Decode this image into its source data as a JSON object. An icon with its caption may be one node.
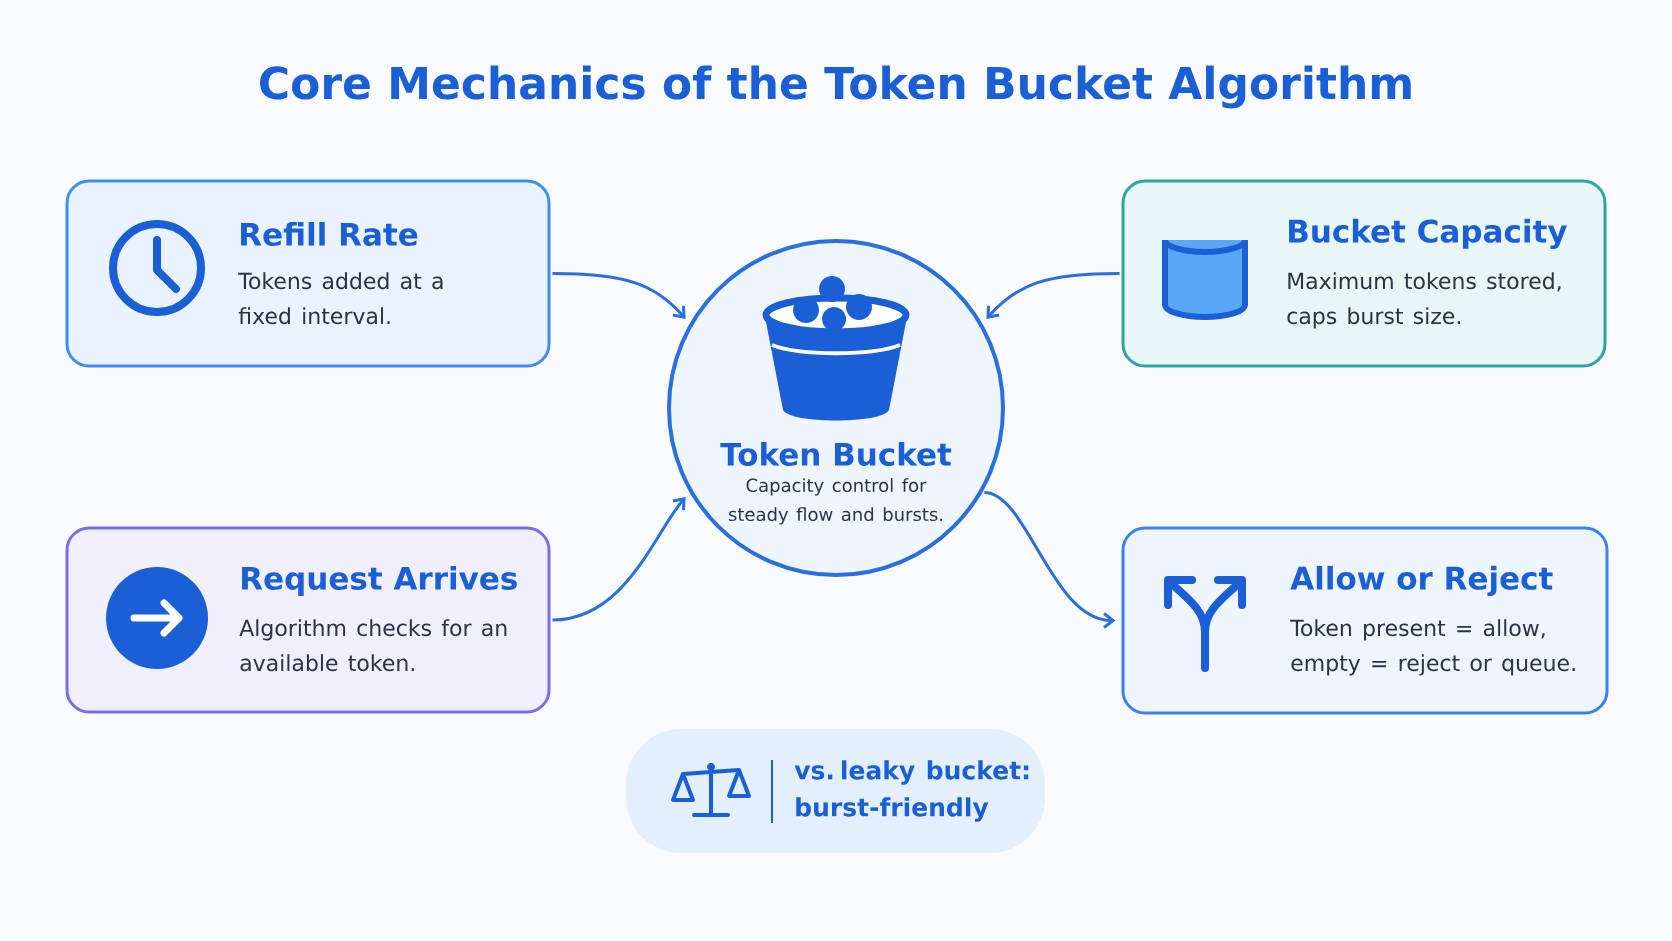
{
  "diagram": {
    "title": "Core Mechanics of the Token Bucket Algorithm",
    "nodes": [
      {
        "text": [
          "Refill Rate",
          "Tokens added at a fixed interval."
        ]
      },
      {
        "text": [
          "Bucket Capacity",
          "Maximum tokens stored, caps burst size."
        ]
      },
      {
        "text": [
          "Token Bucket",
          "Capacity control for steady flow and bursts."
        ]
      },
      {
        "text": [
          "Request Arrives",
          "Algorithm checks for an available token."
        ]
      },
      {
        "text": [
          "Allow or Reject",
          "Token present = allow, empty = reject or queue."
        ]
      },
      {
        "text": [
          "vs. leaky bucket: burst-friendly"
        ]
      }
    ],
    "edges": [
      {
        "from": 0,
        "to": 2,
        "arrow": "to"
      },
      {
        "from": 1,
        "to": 2,
        "arrow": "to"
      },
      {
        "from": 3,
        "to": 2,
        "arrow": "to"
      },
      {
        "from": 2,
        "to": 4,
        "arrow": "to"
      }
    ]
  }
}
